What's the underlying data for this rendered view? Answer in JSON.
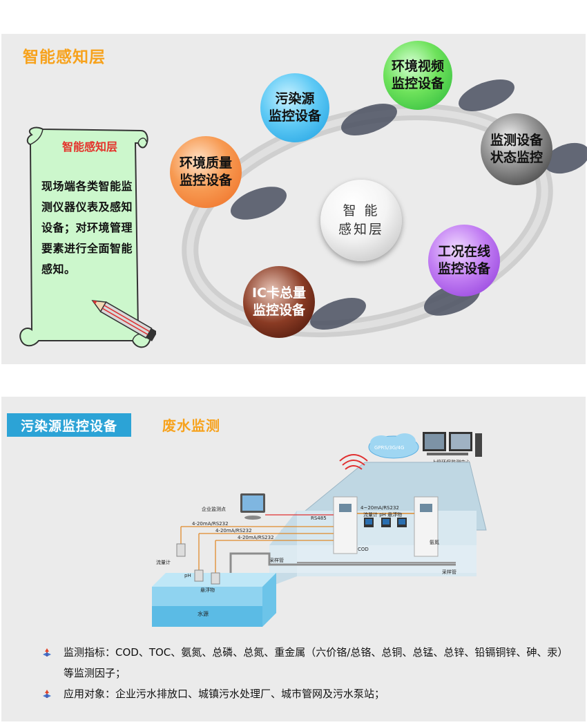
{
  "perception": {
    "section_title": "智能感知层",
    "scroll": {
      "heading": "智能感知层",
      "body": "现场端各类智能监测仪器仪表及感知设备；对环境管理要素进行全面智能感知。"
    },
    "center": {
      "line1": "智 能",
      "line2": "感知层"
    },
    "orbs": [
      {
        "line1": "污染源",
        "line2": "监控设备",
        "color": "#31b4ef"
      },
      {
        "line1": "环境视频",
        "line2": "监控设备",
        "color": "#3bd24b"
      },
      {
        "line1": "监测设备",
        "line2": "状态监控",
        "color": "#3b3b3b"
      },
      {
        "line1": "工况在线",
        "line2": "监控设备",
        "color": "#a24fe0"
      },
      {
        "line1": "IC卡总量",
        "line2": "监控设备",
        "color": "#5a1c10"
      },
      {
        "line1": "环境质量",
        "line2": "监控设备",
        "color": "#f47b2e"
      }
    ]
  },
  "pollution": {
    "tag": "污染源监控设备",
    "subtitle": "废水监测",
    "diagram": {
      "cloud": "GPRS/3G/4G",
      "center_label": "上级环保监测中心",
      "enterprise_label": "企业监测点",
      "link1": "4-20mA/RS232",
      "link2": "4-20mA/RS232",
      "link3": "4-20mA/RS232",
      "rs485": "RS485",
      "link_top": "4~20mA/RS232",
      "meters": "流量计  pH    悬浮物",
      "cod": "COD",
      "ammonia": "氨氮",
      "sampling1": "采样管",
      "sampling2": "采样管",
      "flowmeter": "流量计",
      "ph": "pH",
      "suspended": "悬浮物",
      "water": "水源"
    },
    "bullets": [
      "监测指标：COD、TOC、氨氮、总磷、总氮、重金属（六价铬/总铬、总铜、总锰、总锌、铅镉铜锌、砷、汞）等监测因子；",
      "应用对象：企业污水排放口、城镇污水处理厂、城市管网及污水泵站；"
    ]
  }
}
